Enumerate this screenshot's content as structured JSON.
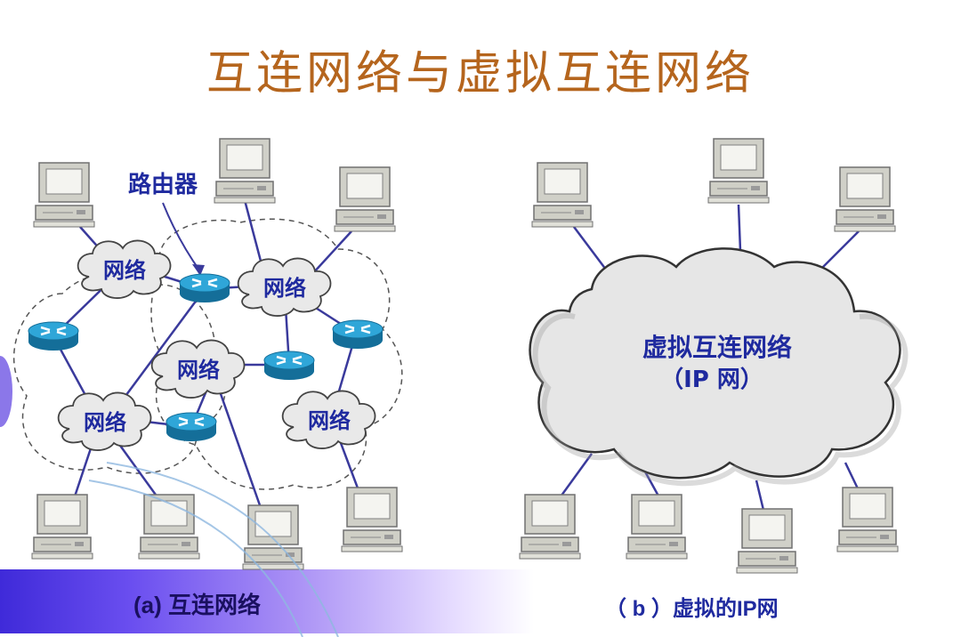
{
  "title": "互连网络与虚拟互连网络",
  "diagram_a": {
    "router_label": "路由器",
    "network_label": "网络",
    "caption": "(a) 互连网络"
  },
  "diagram_b": {
    "cloud_line1": "虚拟互连网络",
    "cloud_line2": "（IP 网）",
    "caption": "（ b ）虚拟的IP网"
  },
  "colors": {
    "title": "#b5651d",
    "label_text": "#1f2a9f",
    "link_line": "#3a3a9c",
    "router": "#1f8fc0",
    "cloud_fill": "#e6e6e6",
    "caption_bar": "#4a35e0"
  }
}
